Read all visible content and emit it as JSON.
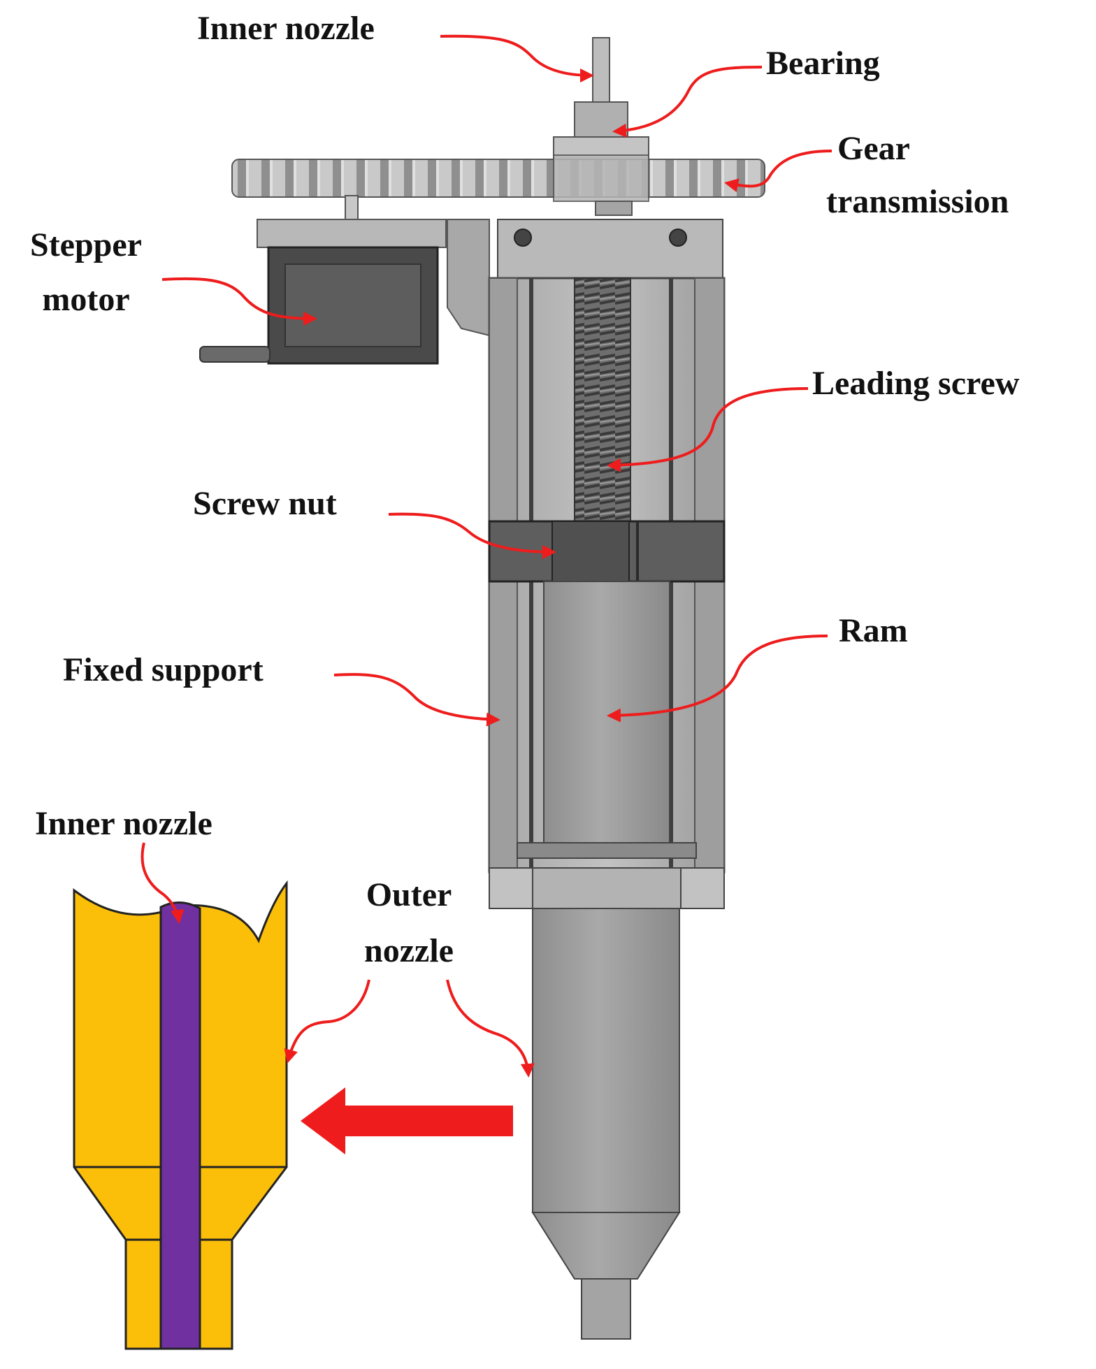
{
  "labels": {
    "inner_nozzle_top": "Inner nozzle",
    "bearing": "Bearing",
    "gear_line1": "Gear",
    "gear_line2": "transmission",
    "stepper_line1": "Stepper",
    "stepper_line2": "motor",
    "leading_screw": "Leading screw",
    "screw_nut": "Screw nut",
    "ram": "Ram",
    "fixed_support": "Fixed support",
    "inner_nozzle_detail": "Inner nozzle",
    "outer_line1": "Outer",
    "outer_line2": "nozzle"
  },
  "colors": {
    "arrow": "#ee1c1c",
    "outer_nozzle_detail": "#fbbf0a",
    "inner_nozzle_detail": "#7030a0",
    "metal_light": "#b9b9b9",
    "metal_mid": "#9c9c9c",
    "metal_dark": "#5c5c5c",
    "motor_body": "#4a4a4a"
  }
}
